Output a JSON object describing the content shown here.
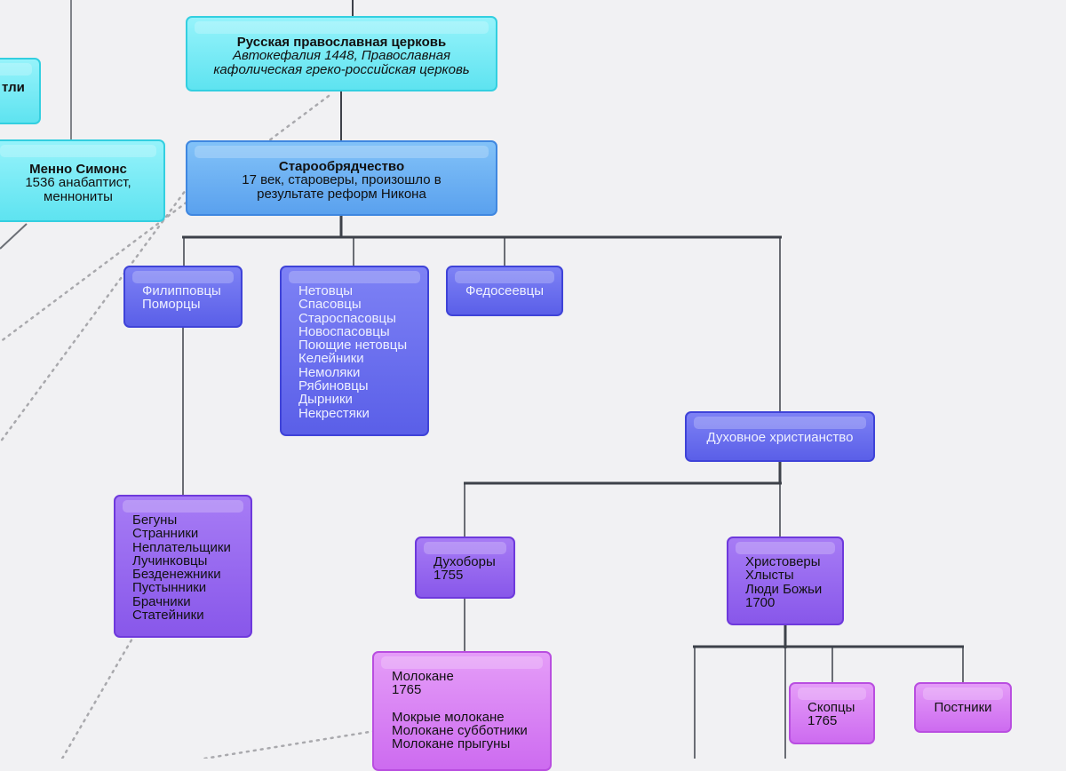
{
  "nodes": {
    "partial_left": {
      "line1": "тли"
    },
    "menno": {
      "title": "Менно Симонс",
      "line1": "1536 анабаптист,",
      "line2": "меннониты"
    },
    "roc": {
      "title": "Русская православная церковь",
      "line1": "Автокефалия 1448, Православная",
      "line2": "кафолическая греко-российская церковь"
    },
    "oldbelief": {
      "title": "Старообрядчество",
      "line1": "17 век, староверы, произошло в",
      "line2": "результате реформ Никона"
    },
    "filipp": {
      "items": [
        "Филипповцы",
        "Поморцы"
      ]
    },
    "netovtsy": {
      "items": [
        "Нетовцы",
        "Спасовцы",
        "Староспасовцы",
        "Новоспасовцы",
        "Поющие нетовцы",
        "Келейники",
        "Немоляки",
        "Рябиновцы",
        "Дырники",
        "Некрестяки"
      ]
    },
    "fedoseevtsy": {
      "label": "Федосеевцы"
    },
    "dukhovnoe": {
      "label": "Духовное христианство"
    },
    "beguny": {
      "items": [
        "Бегуны",
        "Странники",
        "Неплательщики",
        "Лучинковцы",
        "Безденежники",
        "Пустынники",
        "Брачники",
        "Статейники"
      ]
    },
    "dukhobory": {
      "items": [
        "Духоборы",
        "1755"
      ]
    },
    "khristovery": {
      "items": [
        "Христоверы",
        "Хлысты",
        "Люди Божьи",
        "1700"
      ]
    },
    "molokane": {
      "items": [
        "Молокане",
        "1765"
      ],
      "items2": [
        "Мокрые молокане",
        "Молокане субботники",
        "Молокане прыгуны"
      ]
    },
    "skoptsy": {
      "items": [
        "Скопцы",
        "1765"
      ]
    },
    "postniki": {
      "label": "Постники"
    }
  },
  "colors": {
    "connector": "#3d4149",
    "dotted": "#a9a9ad",
    "background": "#f1f1f3"
  }
}
